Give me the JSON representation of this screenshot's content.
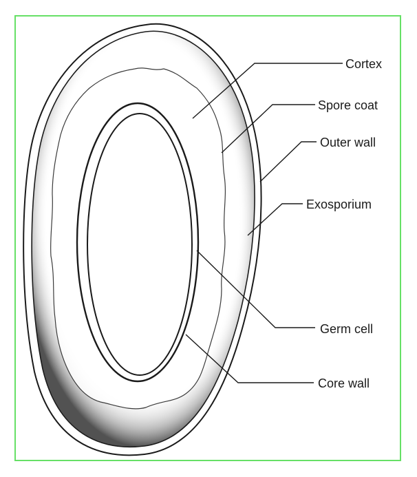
{
  "labels": {
    "cortex": "Cortex",
    "spore_coat": "Spore coat",
    "outer_wall": "Outer wall",
    "exosporium": "Exosporium",
    "germ_cell": "Germ cell",
    "core_wall": "Core wall"
  },
  "colors": {
    "frame_border": "#66e066",
    "line": "#1a1a1a",
    "shading": "#555555",
    "background": "#ffffff"
  }
}
